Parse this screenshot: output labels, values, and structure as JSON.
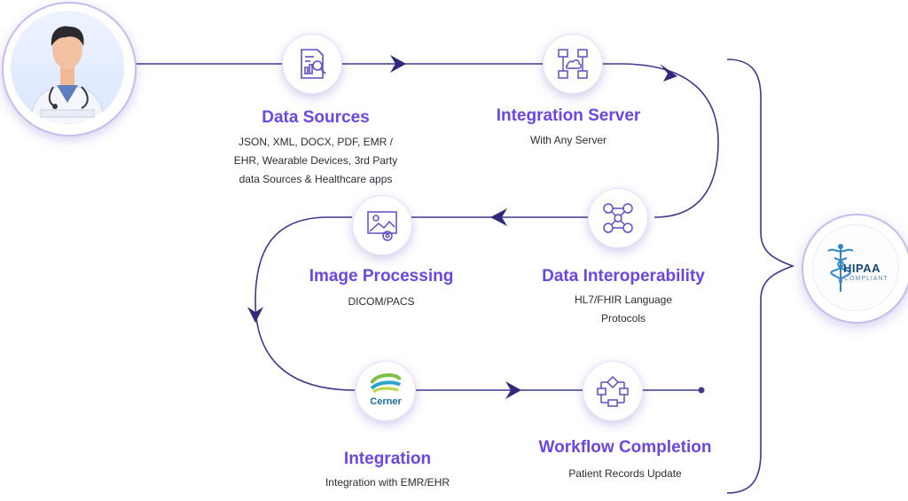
{
  "steps": {
    "data_sources": {
      "title": "Data Sources",
      "desc_lines": [
        "JSON, XML, DOCX, PDF, EMR /",
        "EHR, Wearable Devices, 3rd Party",
        "data Sources & Healthcare apps"
      ]
    },
    "integration_server": {
      "title": "Integration Server",
      "desc_lines": [
        "With Any Server"
      ]
    },
    "data_interoperability": {
      "title": "Data Interoperability",
      "desc_lines": [
        "HL7/FHIR Language",
        "Protocols"
      ]
    },
    "image_processing": {
      "title": "Image Processing",
      "desc_lines": [
        "DICOM/PACS"
      ]
    },
    "integration": {
      "title": "Integration",
      "desc_lines": [
        "Integration with EMR/EHR"
      ]
    },
    "workflow_completion": {
      "title": "Workflow Completion",
      "desc_lines": [
        "Patient Records Update"
      ]
    }
  },
  "logos": {
    "cerner": "Cerner",
    "hipaa": "HIPAA",
    "hipaa_sub": "COMPLIANT"
  },
  "colors": {
    "accent": "#6b46e5",
    "line": "#3d3a8c",
    "ring": "#c7bcef"
  },
  "icons": [
    "doctor-avatar",
    "document-search-icon",
    "server-network-icon",
    "interoperability-icon",
    "image-settings-icon",
    "cerner-logo",
    "workflow-flowchart-icon",
    "hipaa-caduceus-logo"
  ]
}
